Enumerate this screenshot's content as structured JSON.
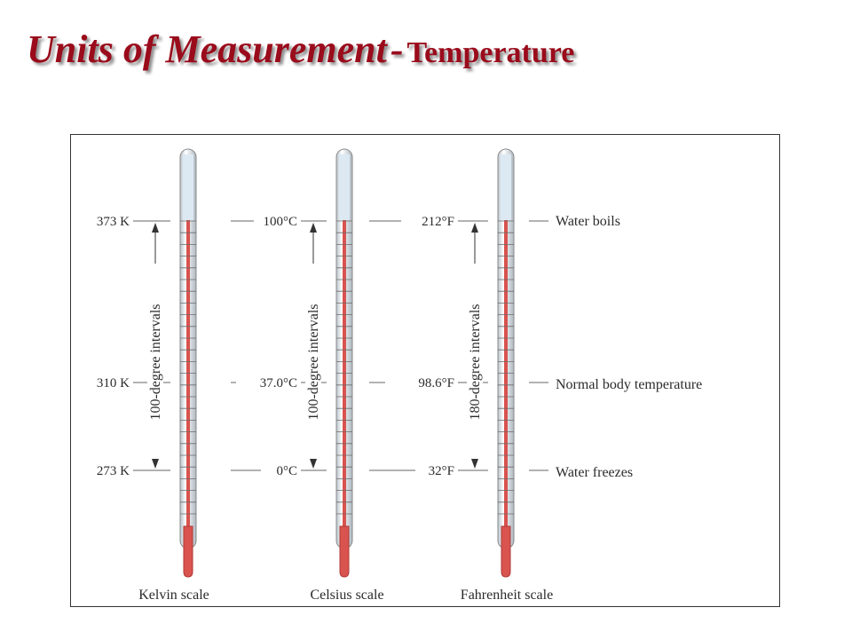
{
  "title": {
    "main": "Units of Measurement",
    "separator": "-",
    "subtitle": "Temperature",
    "color": "#9a0b1b"
  },
  "colors": {
    "mercury": "#d9534f",
    "glass_top": "#dce9f3",
    "tube_outline": "#8a8a8a"
  },
  "thermometers": [
    {
      "id": "kelvin",
      "scale_label": "Kelvin scale",
      "interval_label": "100-degree intervals",
      "marks": [
        "373 K",
        "310 K",
        "273 K"
      ]
    },
    {
      "id": "celsius",
      "scale_label": "Celsius scale",
      "interval_label": "100-degree intervals",
      "marks": [
        "100°C",
        "37.0°C",
        "0°C"
      ]
    },
    {
      "id": "fahrenheit",
      "scale_label": "Fahrenheit scale",
      "interval_label": "180-degree intervals",
      "marks": [
        "212°F",
        "98.6°F",
        "32°F"
      ]
    }
  ],
  "reference_points": [
    "Water boils",
    "Normal body temperature",
    "Water freezes"
  ]
}
